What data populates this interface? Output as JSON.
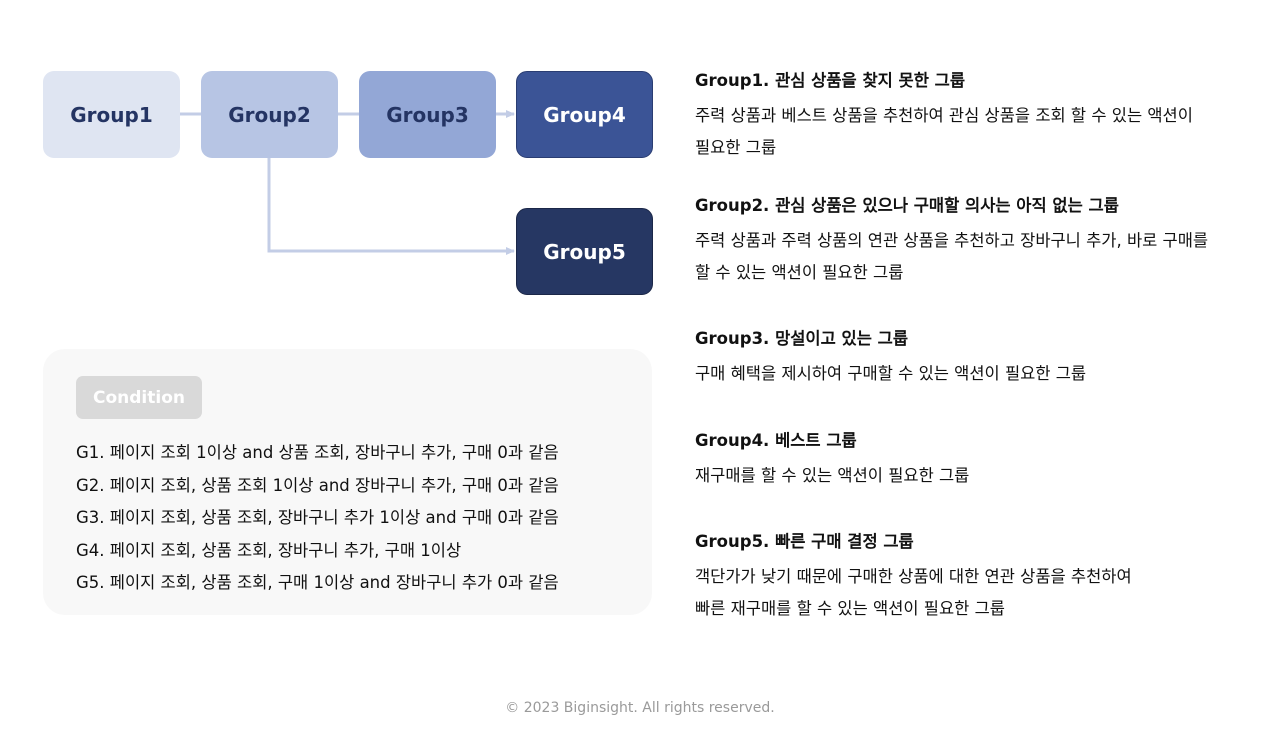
{
  "diagram": {
    "nodes": [
      {
        "id": "g1",
        "label": "Group1"
      },
      {
        "id": "g2",
        "label": "Group2"
      },
      {
        "id": "g3",
        "label": "Group3"
      },
      {
        "id": "g4",
        "label": "Group4"
      },
      {
        "id": "g5",
        "label": "Group5"
      }
    ],
    "edges": [
      {
        "from": "Group1",
        "to": "Group2"
      },
      {
        "from": "Group2",
        "to": "Group3"
      },
      {
        "from": "Group3",
        "to": "Group4"
      },
      {
        "from": "Group2",
        "to": "Group5"
      }
    ],
    "colors": {
      "group1": "#dfe5f2",
      "group2": "#b7c5e4",
      "group3": "#93a7d6",
      "group4": "#3b5496",
      "group5": "#263763",
      "connector": "#c3cde6"
    }
  },
  "condition": {
    "badge": "Condition",
    "items": [
      "G1. 페이지 조회 1이상 and 상품 조회, 장바구니 추가, 구매 0과 같음",
      "G2. 페이지 조회, 상품 조회 1이상 and 장바구니 추가, 구매 0과 같음",
      "G3. 페이지 조회, 상품 조회, 장바구니 추가 1이상 and 구매 0과 같음",
      "G4. 페이지 조회, 상품 조회, 장바구니 추가, 구매 1이상",
      "G5. 페이지 조회, 상품 조회, 구매 1이상 and 장바구니 추가 0과 같음"
    ]
  },
  "descriptions": [
    {
      "title": "Group1. 관심 상품을 찾지 못한 그룹",
      "lines": [
        "주력 상품과 베스트 상품을 추천하여 관심 상품을 조회 할 수 있는 액션이",
        "필요한 그룹"
      ]
    },
    {
      "title": "Group2. 관심 상품은 있으나 구매할 의사는 아직 없는 그룹",
      "lines": [
        "주력 상품과 주력 상품의 연관 상품을 추천하고 장바구니 추가, 바로 구매를",
        "할 수 있는 액션이 필요한 그룹"
      ]
    },
    {
      "title": "Group3. 망설이고 있는 그룹",
      "lines": [
        "구매 혜택을 제시하여 구매할 수 있는 액션이 필요한 그룹"
      ]
    },
    {
      "title": "Group4. 베스트 그룹",
      "lines": [
        "재구매를 할 수 있는 액션이 필요한 그룹"
      ]
    },
    {
      "title": "Group5. 빠른 구매 결정 그룹",
      "lines": [
        "객단가가 낮기 때문에 구매한 상품에 대한 연관 상품을 추천하여",
        "빠른 재구매를 할 수 있는 액션이 필요한 그룹"
      ]
    }
  ],
  "footer": "© 2023 Biginsight. All rights reserved."
}
